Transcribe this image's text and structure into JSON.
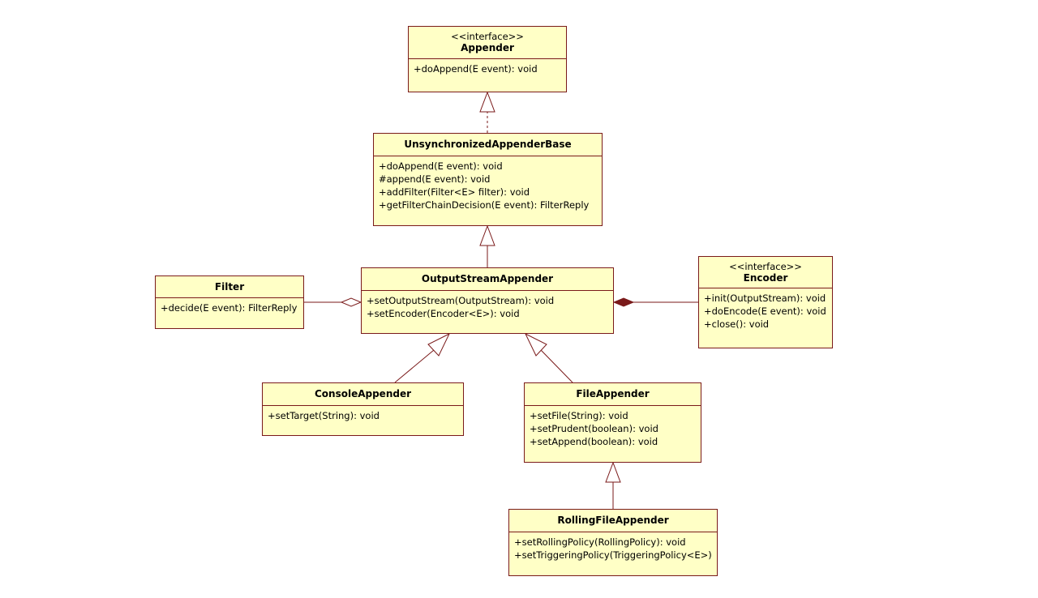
{
  "diagram": {
    "classes": {
      "appender": {
        "stereotype": "<<interface>>",
        "name": "Appender",
        "ops": [
          "+doAppend(E event): void"
        ]
      },
      "unsync": {
        "stereotype": "",
        "name": "UnsynchronizedAppenderBase",
        "ops": [
          "+doAppend(E event): void",
          "#append(E event): void",
          "+addFilter(Filter<E> filter): void",
          "+getFilterChainDecision(E event): FilterReply"
        ]
      },
      "output": {
        "stereotype": "",
        "name": "OutputStreamAppender",
        "ops": [
          "+setOutputStream(OutputStream): void",
          "+setEncoder(Encoder<E>): void"
        ]
      },
      "filter": {
        "stereotype": "",
        "name": "Filter",
        "ops": [
          "+decide(E event): FilterReply"
        ]
      },
      "encoder": {
        "stereotype": "<<interface>>",
        "name": "Encoder",
        "ops": [
          "+init(OutputStream): void",
          "+doEncode(E event): void",
          "+close(): void"
        ]
      },
      "console": {
        "stereotype": "",
        "name": "ConsoleAppender",
        "ops": [
          "+setTarget(String): void"
        ]
      },
      "file": {
        "stereotype": "",
        "name": "FileAppender",
        "ops": [
          "+setFile(String): void",
          "+setPrudent(boolean): void",
          "+setAppend(boolean): void"
        ]
      },
      "rolling": {
        "stereotype": "",
        "name": "RollingFileAppender",
        "ops": [
          "+setRollingPolicy(RollingPolicy): void",
          "+setTriggeringPolicy(TriggeringPolicy<E>)"
        ]
      }
    },
    "relations": [
      {
        "from": "unsync",
        "to": "appender",
        "kind": "realization"
      },
      {
        "from": "output",
        "to": "unsync",
        "kind": "generalization"
      },
      {
        "from": "console",
        "to": "output",
        "kind": "generalization"
      },
      {
        "from": "file",
        "to": "output",
        "kind": "generalization"
      },
      {
        "from": "rolling",
        "to": "file",
        "kind": "generalization"
      },
      {
        "from": "output",
        "to": "filter",
        "kind": "aggregation"
      },
      {
        "from": "output",
        "to": "encoder",
        "kind": "composition"
      }
    ],
    "colors": {
      "box_fill": "#ffffc6",
      "box_border": "#7a1a1a",
      "line": "#7a1a1a"
    }
  }
}
